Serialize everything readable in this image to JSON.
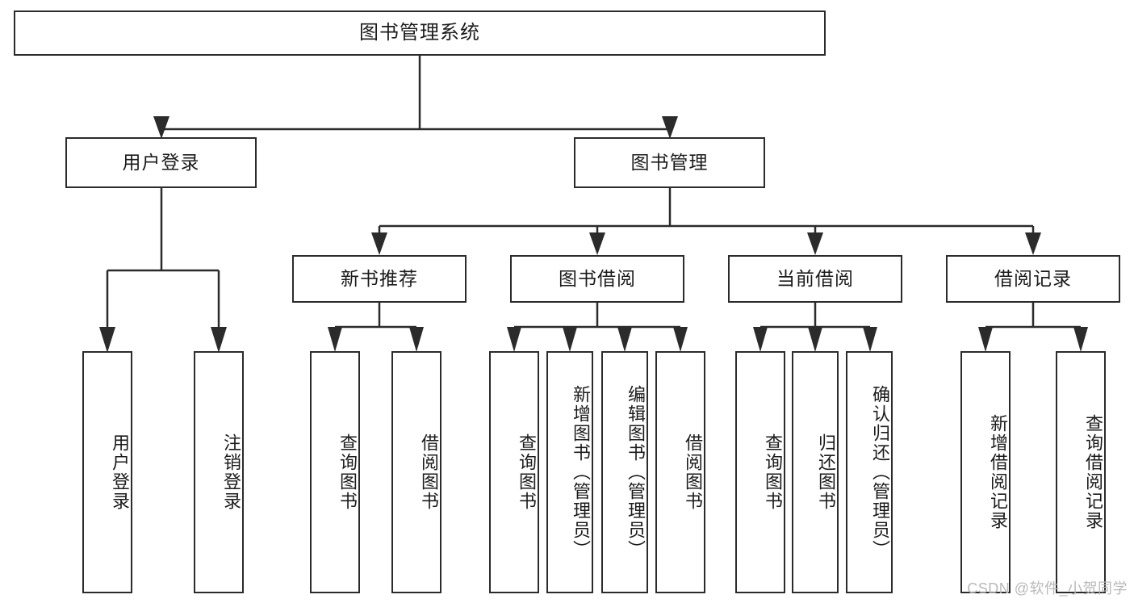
{
  "diagram": {
    "title": "图书管理系统",
    "watermark": "CSDN @软件_小贺同学",
    "stroke_color": "#2b2b2b",
    "fill_color": "#ffffff",
    "text_color": "#1b1b1b",
    "watermark_color": "#b9b9b9"
  },
  "nodes": {
    "root": {
      "label": "图书管理系统"
    },
    "level2": [
      {
        "id": "user-login",
        "label": "用户登录"
      },
      {
        "id": "book-manage",
        "label": "图书管理"
      }
    ],
    "level3": [
      {
        "id": "new-book-recommend",
        "label": "新书推荐"
      },
      {
        "id": "book-borrow",
        "label": "图书借阅"
      },
      {
        "id": "current-borrow",
        "label": "当前借阅"
      },
      {
        "id": "borrow-record",
        "label": "借阅记录"
      }
    ],
    "leaves": {
      "user_login": [
        {
          "id": "leaf-user-login",
          "label": "用户登录"
        },
        {
          "id": "leaf-logout-login",
          "label": "注销登录"
        }
      ],
      "new_book_recommend": [
        {
          "id": "leaf-query-book-1",
          "label": "查询图书"
        },
        {
          "id": "leaf-borrow-book-1",
          "label": "借阅图书"
        }
      ],
      "book_borrow": [
        {
          "id": "leaf-query-book-2",
          "label": "查询图书"
        },
        {
          "id": "leaf-add-book",
          "label": "新增图书（管理员）"
        },
        {
          "id": "leaf-edit-book",
          "label": "编辑图书（管理员）"
        },
        {
          "id": "leaf-borrow-book-2",
          "label": "借阅图书"
        }
      ],
      "current_borrow": [
        {
          "id": "leaf-query-book-3",
          "label": "查询图书"
        },
        {
          "id": "leaf-return-book",
          "label": "归还图书"
        },
        {
          "id": "leaf-confirm-return",
          "label": "确认归还（管理员）"
        }
      ],
      "borrow_record": [
        {
          "id": "leaf-add-record",
          "label": "新增借阅记录"
        },
        {
          "id": "leaf-query-record",
          "label": "查询借阅记录"
        }
      ]
    }
  }
}
